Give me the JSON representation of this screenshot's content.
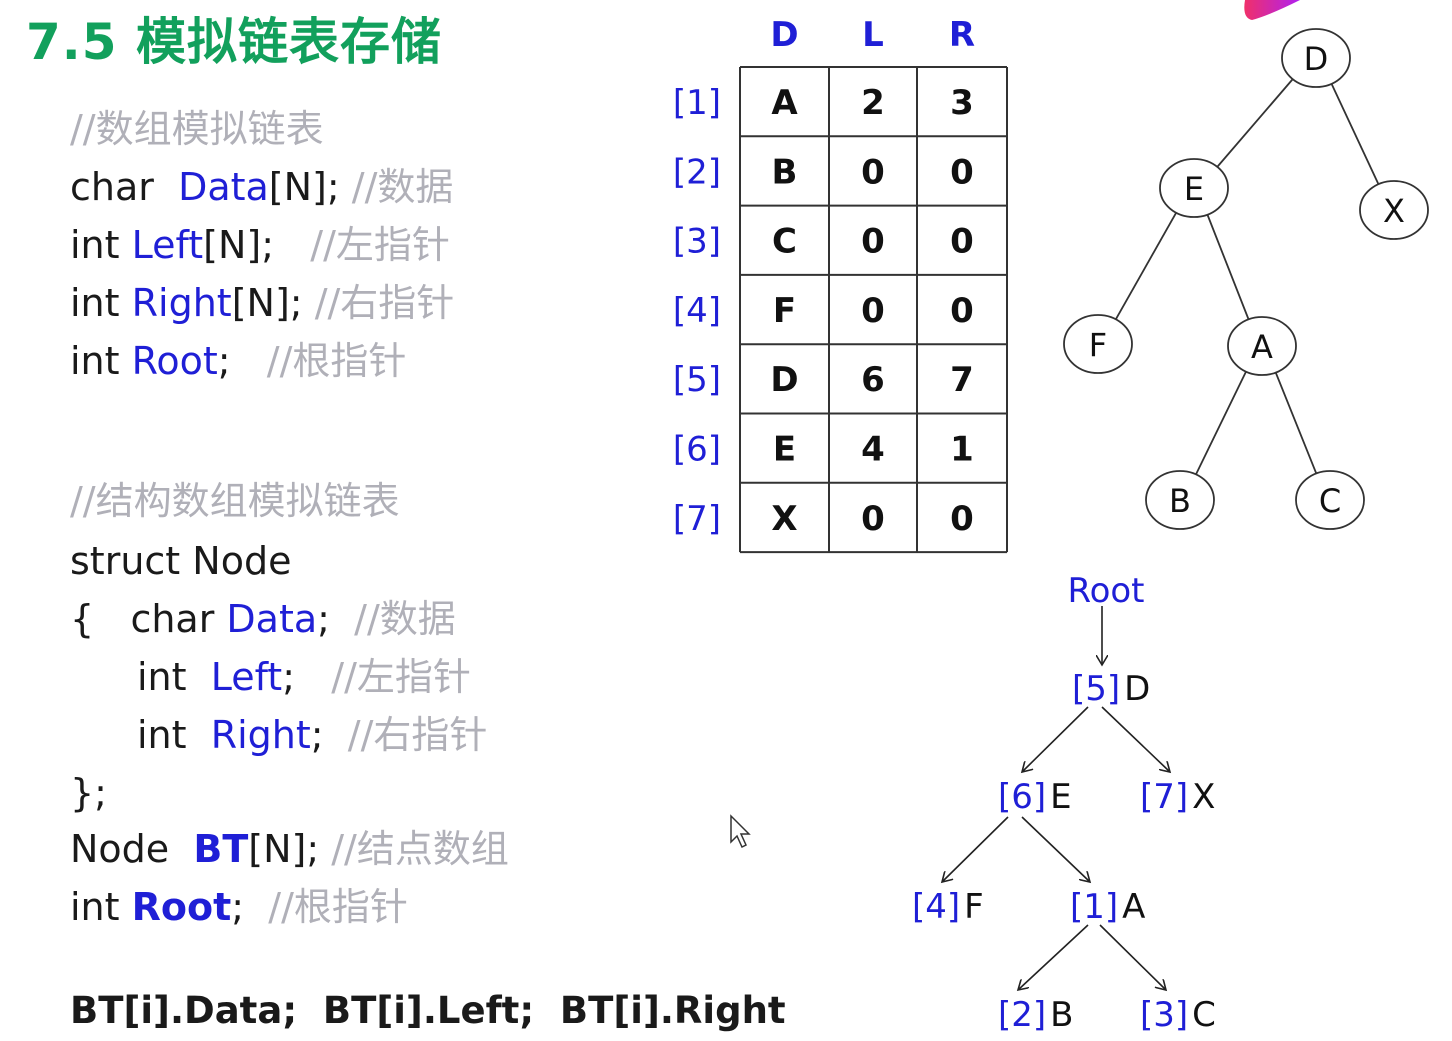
{
  "title": "7.5 模拟链表存储",
  "section1": {
    "comment": "//数组模拟链表",
    "lines": [
      {
        "type": "char",
        "name": "Data",
        "rest": "[N];",
        "comment": "//数据"
      },
      {
        "type": "int",
        "name": "Left",
        "rest": "[N];",
        "comment": "//左指针"
      },
      {
        "type": "int",
        "name": "Right",
        "rest": "[N];",
        "comment": "//右指针"
      },
      {
        "type": "int",
        "name": "Root",
        "rest": ";",
        "comment": "//根指针"
      }
    ]
  },
  "section2": {
    "comment": "//结构数组模拟链表",
    "struct_line": "struct Node",
    "open_brace": "{",
    "fields": [
      {
        "type": "char",
        "name": "Data",
        "rest": ";",
        "comment": "//数据"
      },
      {
        "type": "int",
        "name": "Left",
        "rest": ";",
        "comment": "//左指针"
      },
      {
        "type": "int",
        "name": "Right",
        "rest": ";",
        "comment": "//右指针"
      }
    ],
    "close": "};",
    "node_line": {
      "type": "Node",
      "name": "BT",
      "rest": "[N];",
      "comment": "//结点数组"
    },
    "root_line": {
      "type": "int",
      "name": "Root",
      "rest": ";",
      "comment": "//根指针"
    }
  },
  "access_line": "BT[i].Data;  BT[i].Left;  BT[i].Right",
  "table": {
    "headers": [
      "D",
      "L",
      "R"
    ],
    "row_labels": [
      "[1]",
      "[2]",
      "[3]",
      "[4]",
      "[5]",
      "[6]",
      "[7]"
    ],
    "rows": [
      [
        "A",
        "2",
        "3"
      ],
      [
        "B",
        "0",
        "0"
      ],
      [
        "C",
        "0",
        "0"
      ],
      [
        "F",
        "0",
        "0"
      ],
      [
        "D",
        "6",
        "7"
      ],
      [
        "E",
        "4",
        "1"
      ],
      [
        "X",
        "0",
        "0"
      ]
    ]
  },
  "tree": {
    "nodes": [
      "D",
      "E",
      "X",
      "F",
      "A",
      "B",
      "C"
    ]
  },
  "index_tree": {
    "root_label": "Root",
    "nodes": [
      {
        "idx": "[5]",
        "val": "D"
      },
      {
        "idx": "[6]",
        "val": "E"
      },
      {
        "idx": "[7]",
        "val": "X"
      },
      {
        "idx": "[4]",
        "val": "F"
      },
      {
        "idx": "[1]",
        "val": "A"
      },
      {
        "idx": "[2]",
        "val": "B"
      },
      {
        "idx": "[3]",
        "val": "C"
      }
    ]
  },
  "colors": {
    "title": "#12a05c",
    "identifier": "#1f1fd6",
    "comment": "#b0b0b8",
    "text": "#1a1a1a"
  }
}
